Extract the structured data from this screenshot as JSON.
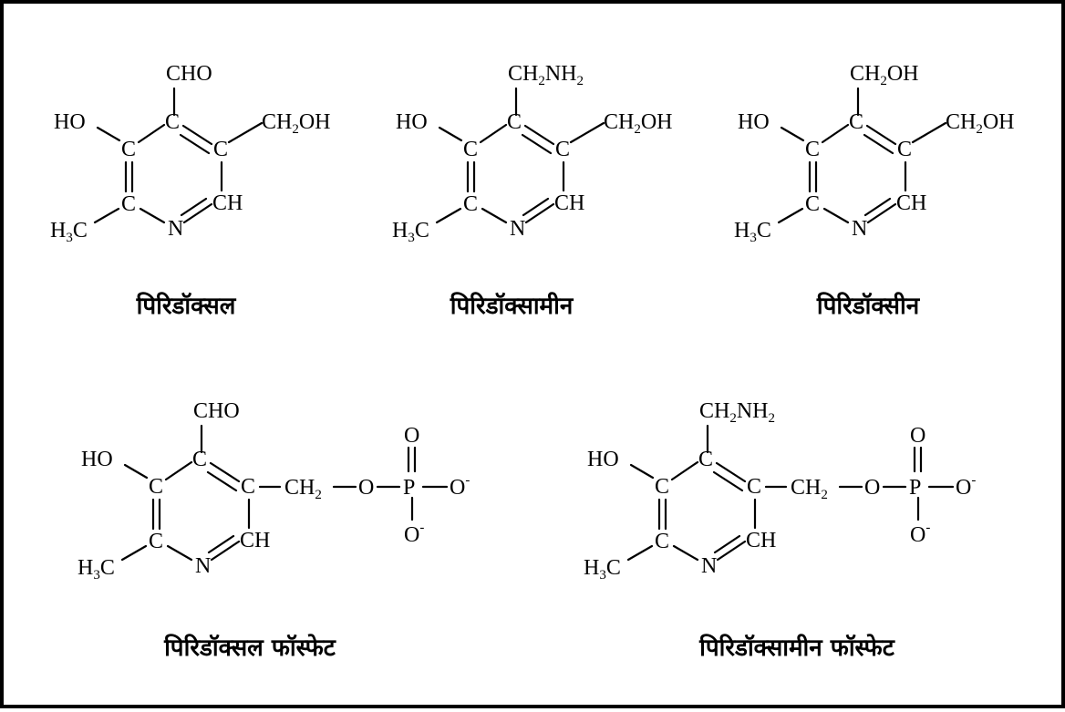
{
  "border_color": "#000000",
  "background_color": "#ffffff",
  "molecules": [
    {
      "name": "पिरिडॉक्सल",
      "top_group": "CHO",
      "ring_atoms": {
        "C4": "C",
        "C3": "C",
        "C5": "C",
        "C2": "C",
        "N1": "N",
        "C6": "CH"
      },
      "hydroxyl": "HO",
      "methyl": "H",
      "methyl_sub": "3",
      "methyl_c": "C",
      "side_group": "CH",
      "side_sub": "2",
      "side_tail": "OH"
    },
    {
      "name": "पिरिडॉक्सामीन",
      "top_group": "CH",
      "top_sub": "2",
      "top_tail": "NH",
      "top_tail_sub": "2",
      "ring_atoms": {
        "C4": "C",
        "C3": "C",
        "C5": "C",
        "C2": "C",
        "N1": "N",
        "C6": "CH"
      },
      "hydroxyl": "HO",
      "methyl": "H",
      "methyl_sub": "3",
      "methyl_c": "C",
      "side_group": "CH",
      "side_sub": "2",
      "side_tail": "OH"
    },
    {
      "name": "पिरिडॉक्सीन",
      "top_group": "CH",
      "top_sub": "2",
      "top_tail": "OH",
      "ring_atoms": {
        "C4": "C",
        "C3": "C",
        "C5": "C",
        "C2": "C",
        "N1": "N",
        "C6": "CH"
      },
      "hydroxyl": "HO",
      "methyl": "H",
      "methyl_sub": "3",
      "methyl_c": "C",
      "side_group": "CH",
      "side_sub": "2",
      "side_tail": "OH"
    },
    {
      "name": "पिरिडॉक्सल फॉस्फेट",
      "top_group": "CHO",
      "ring_atoms": {
        "C4": "C",
        "C3": "C",
        "C5": "C",
        "C2": "C",
        "N1": "N",
        "C6": "CH"
      },
      "hydroxyl": "HO",
      "methyl": "H",
      "methyl_sub": "3",
      "methyl_c": "C",
      "phosphate": {
        "ch": "CH",
        "ch_sub": "2",
        "o_link": "O",
        "p": "P",
        "o_top": "O",
        "o_right": "O",
        "o_right_charge": "-",
        "o_bottom": "O",
        "o_bottom_charge": "-"
      }
    },
    {
      "name": "पिरिडॉक्सामीन फॉस्फेट",
      "top_group": "CH",
      "top_sub": "2",
      "top_tail": "NH",
      "top_tail_sub": "2",
      "ring_atoms": {
        "C4": "C",
        "C3": "C",
        "C5": "C",
        "C2": "C",
        "N1": "N",
        "C6": "CH"
      },
      "hydroxyl": "HO",
      "methyl": "H",
      "methyl_sub": "3",
      "methyl_c": "C",
      "phosphate": {
        "ch": "CH",
        "ch_sub": "2",
        "o_link": "O",
        "p": "P",
        "o_top": "O",
        "o_right": "O",
        "o_right_charge": "-",
        "o_bottom": "O",
        "o_bottom_charge": "-"
      }
    }
  ]
}
